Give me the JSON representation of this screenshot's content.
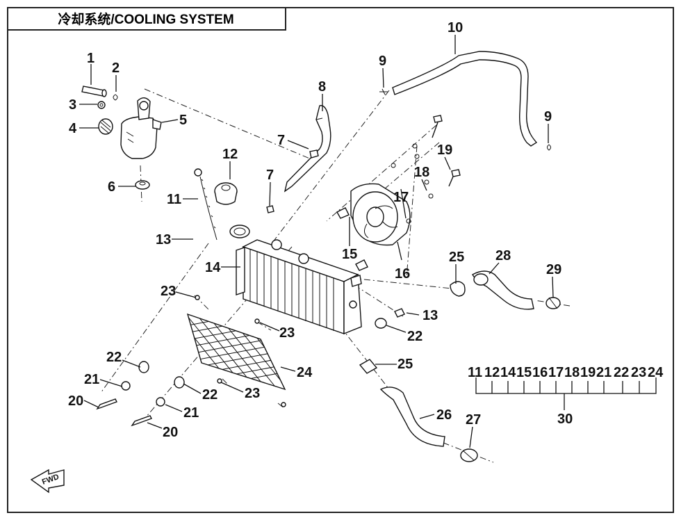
{
  "title": "冷却系统/COOLING SYSTEM",
  "callouts": [
    {
      "id": "c1",
      "text": "1"
    },
    {
      "id": "c2",
      "text": "2"
    },
    {
      "id": "c3",
      "text": "3"
    },
    {
      "id": "c4",
      "text": "4"
    },
    {
      "id": "c5",
      "text": "5"
    },
    {
      "id": "c6",
      "text": "6"
    },
    {
      "id": "c7a",
      "text": "7"
    },
    {
      "id": "c7b",
      "text": "7"
    },
    {
      "id": "c8",
      "text": "8"
    },
    {
      "id": "c9a",
      "text": "9"
    },
    {
      "id": "c9b",
      "text": "9"
    },
    {
      "id": "c10",
      "text": "10"
    },
    {
      "id": "c11",
      "text": "11"
    },
    {
      "id": "c12",
      "text": "12"
    },
    {
      "id": "c13a",
      "text": "13"
    },
    {
      "id": "c13b",
      "text": "13"
    },
    {
      "id": "c14",
      "text": "14"
    },
    {
      "id": "c15",
      "text": "15"
    },
    {
      "id": "c16",
      "text": "16"
    },
    {
      "id": "c17",
      "text": "17"
    },
    {
      "id": "c18",
      "text": "18"
    },
    {
      "id": "c19",
      "text": "19"
    },
    {
      "id": "c20a",
      "text": "20"
    },
    {
      "id": "c20b",
      "text": "20"
    },
    {
      "id": "c21a",
      "text": "21"
    },
    {
      "id": "c21b",
      "text": "21"
    },
    {
      "id": "c22a",
      "text": "22"
    },
    {
      "id": "c22b",
      "text": "22"
    },
    {
      "id": "c22c",
      "text": "22"
    },
    {
      "id": "c23a",
      "text": "23"
    },
    {
      "id": "c23b",
      "text": "23"
    },
    {
      "id": "c23c",
      "text": "23"
    },
    {
      "id": "c24",
      "text": "24"
    },
    {
      "id": "c25a",
      "text": "25"
    },
    {
      "id": "c25b",
      "text": "25"
    },
    {
      "id": "c26",
      "text": "26"
    },
    {
      "id": "c27",
      "text": "27"
    },
    {
      "id": "c28",
      "text": "28"
    },
    {
      "id": "c29",
      "text": "29"
    }
  ],
  "kit": {
    "members": [
      "11",
      "12",
      "14",
      "15",
      "16",
      "17",
      "18",
      "19",
      "21",
      "22",
      "23",
      "24"
    ],
    "label": "30"
  },
  "fwd_marker": "FWD"
}
